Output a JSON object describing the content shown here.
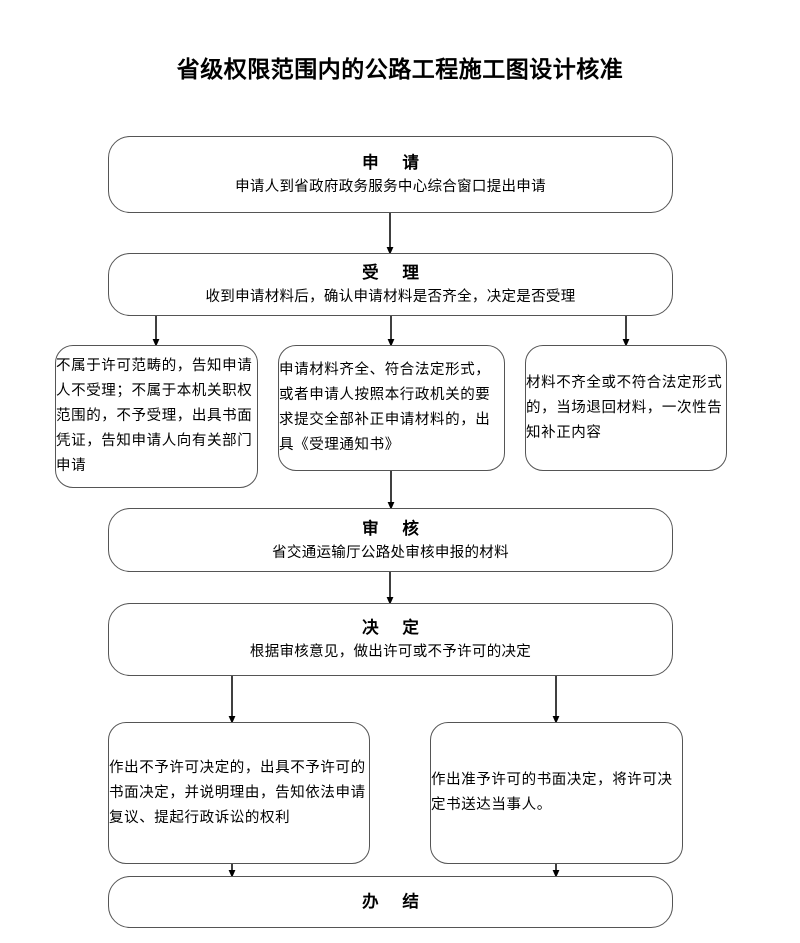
{
  "title": "省级权限范围内的公路工程施工图设计核准",
  "nodes": {
    "apply": {
      "heading": "申 请",
      "body": "申请人到省政府政务服务中心综合窗口提出申请"
    },
    "accept": {
      "heading": "受 理",
      "body": "收到申请材料后，确认申请材料是否齐全，决定是否受理"
    },
    "branch1": {
      "body": "不属于许可范畴的，告知申请人不受理；不属于本机关职权范围的，不予受理，出具书面凭证，告知申请人向有关部门申请"
    },
    "branch2": {
      "body": "申请材料齐全、符合法定形式，或者申请人按照本行政机关的要求提交全部补正申请材料的，出具《受理通知书》"
    },
    "branch3": {
      "body": "材料不齐全或不符合法定形式的，当场退回材料，一次性告知补正内容"
    },
    "review": {
      "heading": "审 核",
      "body": "省交通运输厅公路处审核申报的材料"
    },
    "decide": {
      "heading": "决 定",
      "body": "根据审核意见，做出许可或不予许可的决定"
    },
    "deny": {
      "body": "作出不予许可决定的，出具不予许可的书面决定，并说明理由，告知依法申请复议、提起行政诉讼的权利"
    },
    "grant": {
      "body": "作出准予许可的书面决定，将许可决定书送达当事人。"
    },
    "done": {
      "heading": "办 结"
    }
  },
  "colors": {
    "border": "#555555",
    "background": "#ffffff",
    "text": "#000000",
    "connector": "#000000"
  },
  "connectors": [
    {
      "name": "apply-to-accept",
      "from": "apply",
      "to": "accept"
    },
    {
      "name": "accept-to-branch1",
      "from": "accept",
      "to": "branch1"
    },
    {
      "name": "accept-to-branch2",
      "from": "accept",
      "to": "branch2"
    },
    {
      "name": "accept-to-branch3",
      "from": "accept",
      "to": "branch3"
    },
    {
      "name": "branch2-to-review",
      "from": "branch2",
      "to": "review"
    },
    {
      "name": "review-to-decide",
      "from": "review",
      "to": "decide"
    },
    {
      "name": "decide-to-deny",
      "from": "decide",
      "to": "deny"
    },
    {
      "name": "decide-to-grant",
      "from": "decide",
      "to": "grant"
    },
    {
      "name": "deny-to-done",
      "from": "deny",
      "to": "done"
    },
    {
      "name": "grant-to-done",
      "from": "grant",
      "to": "done"
    }
  ]
}
